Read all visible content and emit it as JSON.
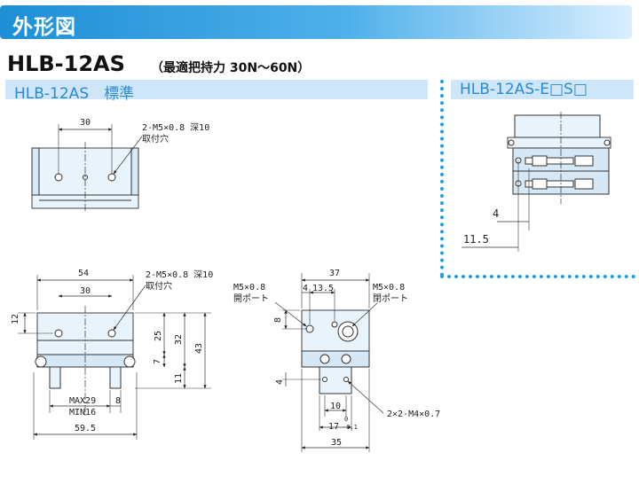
{
  "header": {
    "title": "外形図"
  },
  "model": {
    "name": "HLB-12AS",
    "note": "（最適把持力 30N〜60N）"
  },
  "sections": {
    "standard": "HLB-12AS　標準",
    "option": "HLB-12AS-E□S□"
  },
  "top_view": {
    "width_dim": "30",
    "hole_note_1": "2-M5×0.8 深10",
    "hole_note_2": "取付穴"
  },
  "front_view": {
    "width_dim": "54",
    "inner_dim": "30",
    "hole_note_1": "2-M5×0.8 深10",
    "hole_note_2": "取付穴",
    "left_dim": "12",
    "h25": "25",
    "h32": "32",
    "h43": "43",
    "h7": "7",
    "h11": "11",
    "stroke_max": "MAX29",
    "stroke_min": "MIN16",
    "jaw_dim": "8",
    "total_dim": "59.5"
  },
  "side_view": {
    "w37": "37",
    "d4": "4",
    "d13_5": "13.5",
    "port_l_1": "M5×0.8",
    "port_l_2": "開ポート",
    "port_r_1": "M5×0.8",
    "port_r_2": "閉ポート",
    "d8": "8",
    "d4b": "4",
    "d10": "10",
    "d17": "17",
    "tol_upper": "0",
    "tol_lower": "-0.1",
    "w35": "35",
    "tap_note": "2×2-M4×0.7"
  },
  "option_view": {
    "d4": "4",
    "d11_5": "11.5"
  }
}
